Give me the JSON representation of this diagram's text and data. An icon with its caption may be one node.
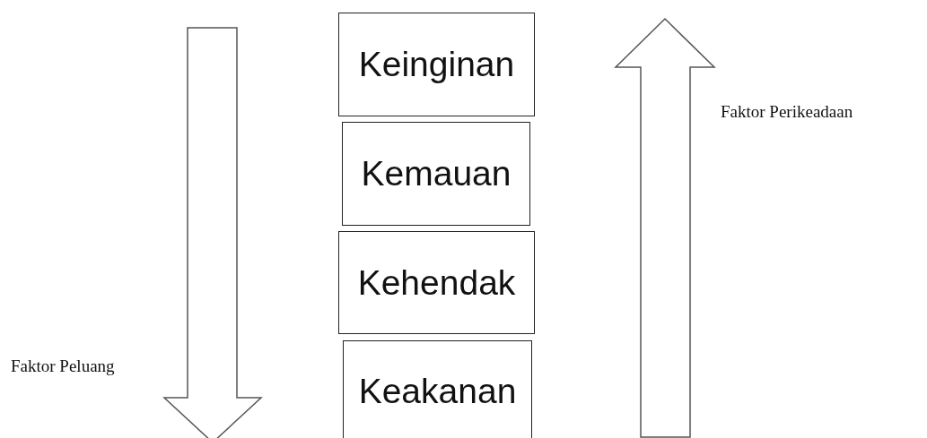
{
  "diagram": {
    "nodes": [
      {
        "text": [
          "Keinginan"
        ]
      },
      {
        "text": [
          "Kemauan"
        ]
      },
      {
        "text": [
          "Kehendak"
        ]
      },
      {
        "text": [
          "Keakanan"
        ]
      }
    ],
    "labels": [
      "Faktor Perikeadaan",
      "Faktor Peluang"
    ]
  }
}
